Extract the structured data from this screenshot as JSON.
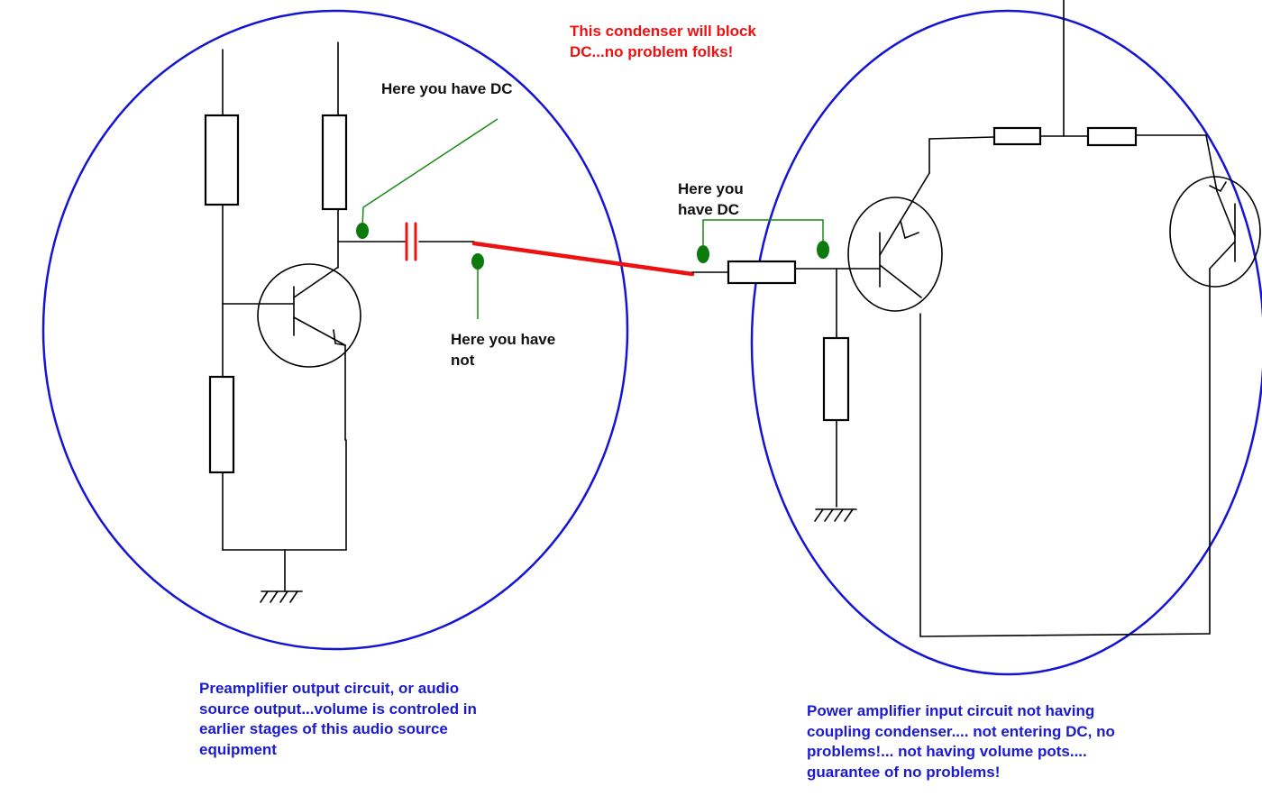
{
  "labels": {
    "condenser_note": "This condenser will block\nDC...no problem folks!",
    "dc_here_left": "Here you have DC",
    "not_here": "Here you have\nnot",
    "dc_here_right": "Here you\nhave DC",
    "preamp_caption": "Preamplifier output circuit, or audio\nsource output...volume is controled in\nearlier stages of this audio source\nequipment",
    "poweramp_caption": "Power amplifier input circuit not having\ncoupling condenser.... not entering DC, no\nproblems!... not having volume pots....\nguarantee of no problems!"
  },
  "colors": {
    "wire": "#000000",
    "circle": "#1414d4",
    "capacitor": "#ee1111",
    "cable": "#ee1111",
    "probe": "#0c7a0c",
    "probe_line": "#168a16",
    "note_red": "#ee1111",
    "caption_blue": "#1a1ad0",
    "text_black": "#111111"
  }
}
